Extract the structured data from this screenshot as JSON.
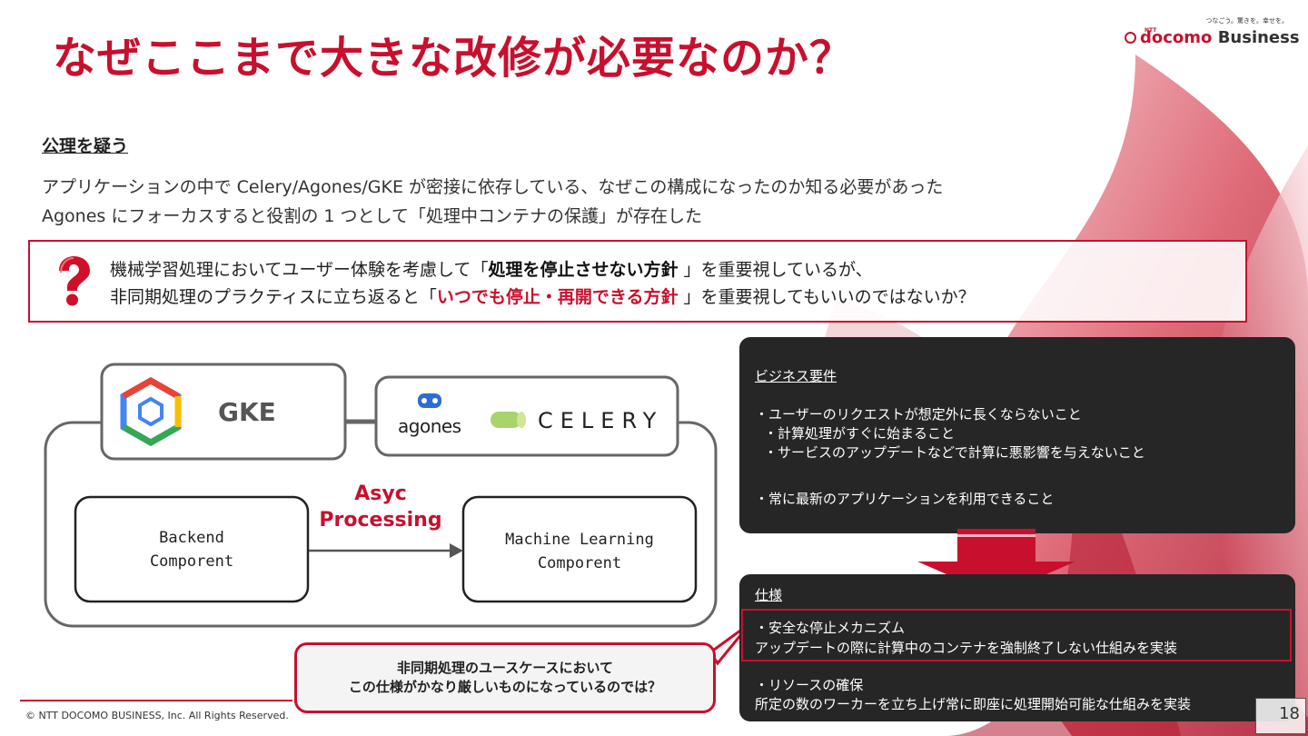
{
  "slide": {
    "title": "なぜここまで大きな改修が必要なのか？",
    "logo": {
      "tagline": "つなごう。驚きを。幸せを。",
      "ntt": "NTT",
      "brand_docomo": "docomo",
      "brand_business": "Business"
    },
    "subheading": "公理を疑う",
    "paragraph": [
      "アプリケーションの中で Celery/Agones/GKE が密接に依存している、なぜこの構成になったのか知る必要があった",
      "Agones にフォーカスすると役割の 1 つとして「処理中コンテナの保護」が存在した"
    ],
    "question": {
      "line1_pre": "機械学習処理においてユーザー体験を考慮して「",
      "line1_bold": "処理を停止させない方針",
      "line1_post": " 」を重要視しているが、",
      "line2_pre": "非同期処理のプラクティスに立ち返ると「",
      "line2_red": "いつでも停止・再開できる方針",
      "line2_post": " 」を重要視してもいいのではないか？"
    },
    "diagram": {
      "gke": "GKE",
      "agones": "agones",
      "celery": "CELERY",
      "asyc_line1": "Asyc",
      "asyc_line2": "Processing",
      "backend_line1": "Backend",
      "backend_line2": "Comporent",
      "ml_line1": "Machine Learning",
      "ml_line2": "Comporent"
    },
    "callout": {
      "line1": "非同期処理のユースケースにおいて",
      "line2": "この仕様がかなり厳しいものになっているのでは？"
    },
    "business": {
      "heading": "ビジネス要件",
      "items": [
        "・ユーザーのリクエストが想定外に長くならないこと",
        "・計算処理がすぐに始まること",
        "・サービスのアップデートなどで計算に悪影響を与えないこと",
        "・常に最新のアプリケーションを利用できること"
      ]
    },
    "spec": {
      "heading": "仕様",
      "items": [
        "・安全な停止メカニズム",
        "アップデートの際に計算中のコンテナを強制終了しない仕組みを実装",
        "・リソースの確保",
        "所定の数のワーカーを立ち上げ常に即座に処理開始可能な仕組みを実装"
      ]
    },
    "footer": "© NTT DOCOMO BUSINESS, Inc. All Rights Reserved.",
    "page_number": "18",
    "colors": {
      "accent": "#c8102e",
      "panel": "#262626"
    }
  }
}
